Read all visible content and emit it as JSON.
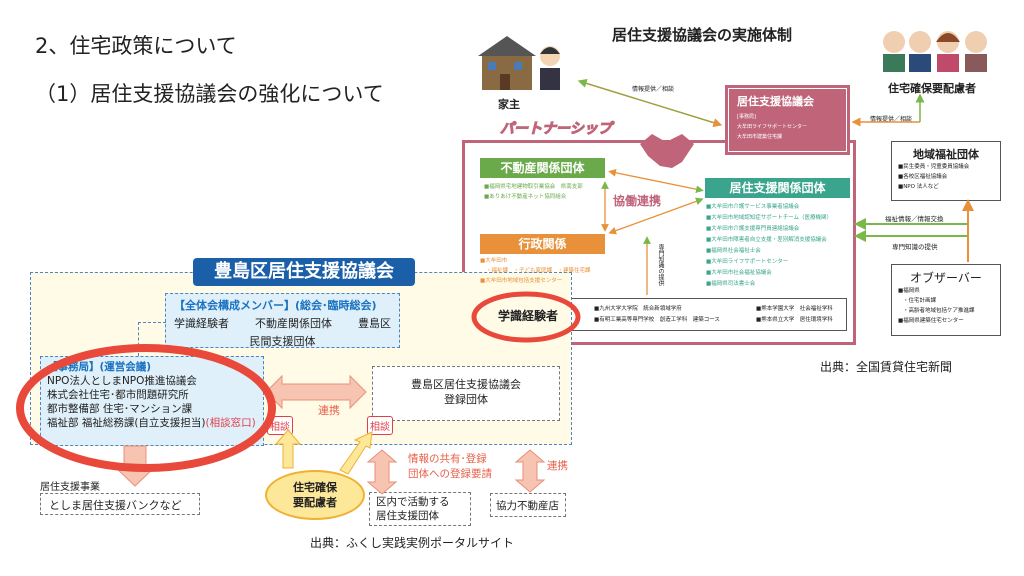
{
  "slide": {
    "heading": "2、住宅政策について",
    "subheading": "（1）居住支援協議会の強化について"
  },
  "right_diagram": {
    "title": "居住支援協議会の実施体制",
    "landlord": "家主",
    "partnership": "パートナーシップ",
    "info_consult_left": "情報提供／相談",
    "info_consult_right": "情報提供／相談",
    "council": {
      "title": "居住支援協議会",
      "office": "[事務局]",
      "members": [
        "大牟田ライフサポートセンター",
        "大牟田市建築住宅課"
      ]
    },
    "vulnerable": "住宅確保要配慮者",
    "real_estate": {
      "title": "不動産関係団体",
      "items": [
        "■福岡県宅地建物取引業協会　県南支部",
        "■ありあけ不動産ネット協同組合"
      ]
    },
    "collab": "協働連携",
    "admin": {
      "title": "行政関係",
      "items": [
        "■大牟田市",
        "・福祉課　・子ども家庭課　・建築住宅課",
        "■大牟田市地域包括支援センター"
      ]
    },
    "support": {
      "title": "居住支援関係団体",
      "items": [
        "■大牟田市介護サービス事業者協議会",
        "■大牟田市地域認知症サポートチーム（医療機関）",
        "■大牟田市介護支援専門員連絡協議会",
        "■大牟田市障害者自立支援・差別解消支援協議会",
        "■福岡県社会福祉士会",
        "■大牟田ライフサポートセンター",
        "■大牟田市社会福祉協議会",
        "■福岡県司法書士会"
      ]
    },
    "expertise_vertical": "専門知識の提供",
    "academics": {
      "title": "学識経験者",
      "items": [
        "■九州大学大学院　統合新領域学府",
        "■有明工業高等専門学校　創造工学科　建築コース",
        "■熊本学園大学　社会福祉学科",
        "■熊本県立大学　居住環境学科"
      ]
    },
    "welfare": {
      "title": "地域福祉団体",
      "items": [
        "■民生委員・児童委員協議会",
        "■各校区福祉協議会",
        "■NPO 法人など"
      ]
    },
    "welfare_info": "福祉情報／情報交換",
    "expertise": "専門知識の提供",
    "observer": {
      "title": "オブザーバー",
      "items": [
        "■福岡県",
        "・住宅計画課",
        "・高齢者地域包括ケア推進課",
        "■福岡県建築住宅センター"
      ]
    },
    "source": "出典：全国賃貸住宅新聞"
  },
  "left_diagram": {
    "title": "豊島区居住支援協議会",
    "members_title": "【全体会構成メンバー】(総会･臨時総会)",
    "members": [
      "学識経験者",
      "不動産関係団体",
      "豊島区",
      "民間支援団体"
    ],
    "office_title": "【事務局】(運営会議)",
    "office_items": [
      "NPO法人としまNPO推進協議会",
      "株式会社住宅･都市問題研究所",
      "都市整備部 住宅･マンション課",
      "福祉部 福祉総務課(自立支援担当)"
    ],
    "office_window": "(相談窓口)",
    "link1": "連携",
    "registered": [
      "豊島区居住支援協議会",
      "登録団体"
    ],
    "consult1": "相談",
    "consult2": "相談",
    "project_label": "居住支援事業",
    "project_box": "としま居住支援バンクなど",
    "vulnerable": [
      "住宅確保",
      "要配慮者"
    ],
    "info_share": [
      "情報の共有･登録",
      "団体への登録要請"
    ],
    "local_groups": [
      "区内で活動する",
      "居住支援団体"
    ],
    "link2": "連携",
    "realtor": "協力不動産店",
    "source": "出典：ふくし実践実例ポータルサイト"
  },
  "colors": {
    "pink": "#c0647a",
    "green": "#6aaa4a",
    "teal": "#3aa58c",
    "orange": "#e8913a",
    "blue": "#1a5fa8",
    "red": "#e8493a"
  }
}
